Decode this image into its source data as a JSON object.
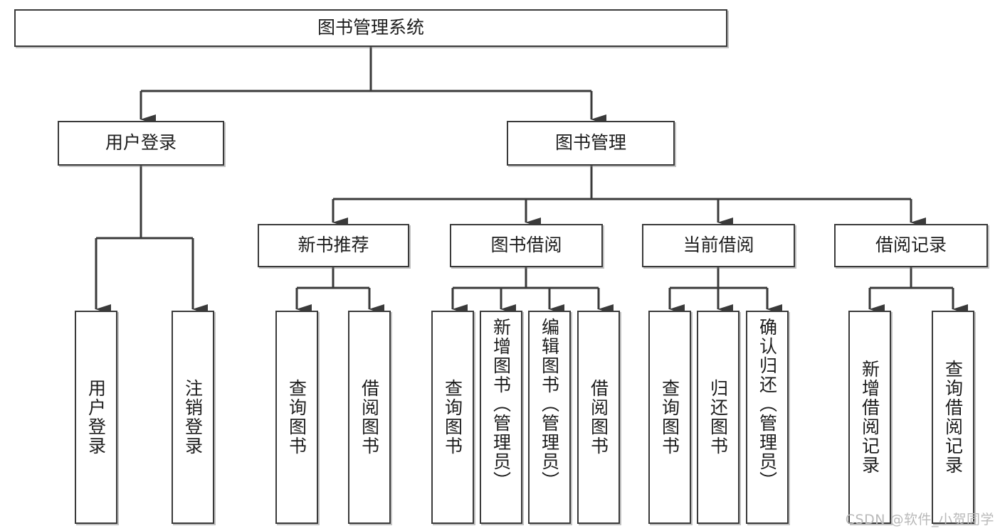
{
  "diagram": {
    "title": "图书管理系统",
    "watermark": "CSDN @软件_小贺同学",
    "type": "tree-hierarchy-diagram",
    "root": {
      "label": "图书管理系统"
    },
    "level2": [
      {
        "label": "用户登录"
      },
      {
        "label": "图书管理"
      }
    ],
    "level3": [
      {
        "label": "新书推荐"
      },
      {
        "label": "图书借阅"
      },
      {
        "label": "当前借阅"
      },
      {
        "label": "借阅记录"
      }
    ],
    "leaves": {
      "user_login": [
        {
          "label": "用户登录"
        },
        {
          "label": "注销登录"
        }
      ],
      "new_book_recommend": [
        {
          "label": "查询图书"
        },
        {
          "label": "借阅图书"
        }
      ],
      "book_borrow": [
        {
          "label": "查询图书"
        },
        {
          "label": "新增图书（管理员）"
        },
        {
          "label": "编辑图书（管理员）"
        },
        {
          "label": "借阅图书"
        }
      ],
      "current_borrow": [
        {
          "label": "查询图书"
        },
        {
          "label": "归还图书"
        },
        {
          "label": "确认归还（管理员）"
        }
      ],
      "borrow_record": [
        {
          "label": "新增借阅记录"
        },
        {
          "label": "查询借阅记录"
        }
      ]
    },
    "colors": {
      "box_border": "#3a3a3a",
      "box_fill": "#ffffff",
      "connector": "#3a3a3a",
      "text": "#1d1d1d",
      "watermark": "#b9b9b9"
    }
  }
}
